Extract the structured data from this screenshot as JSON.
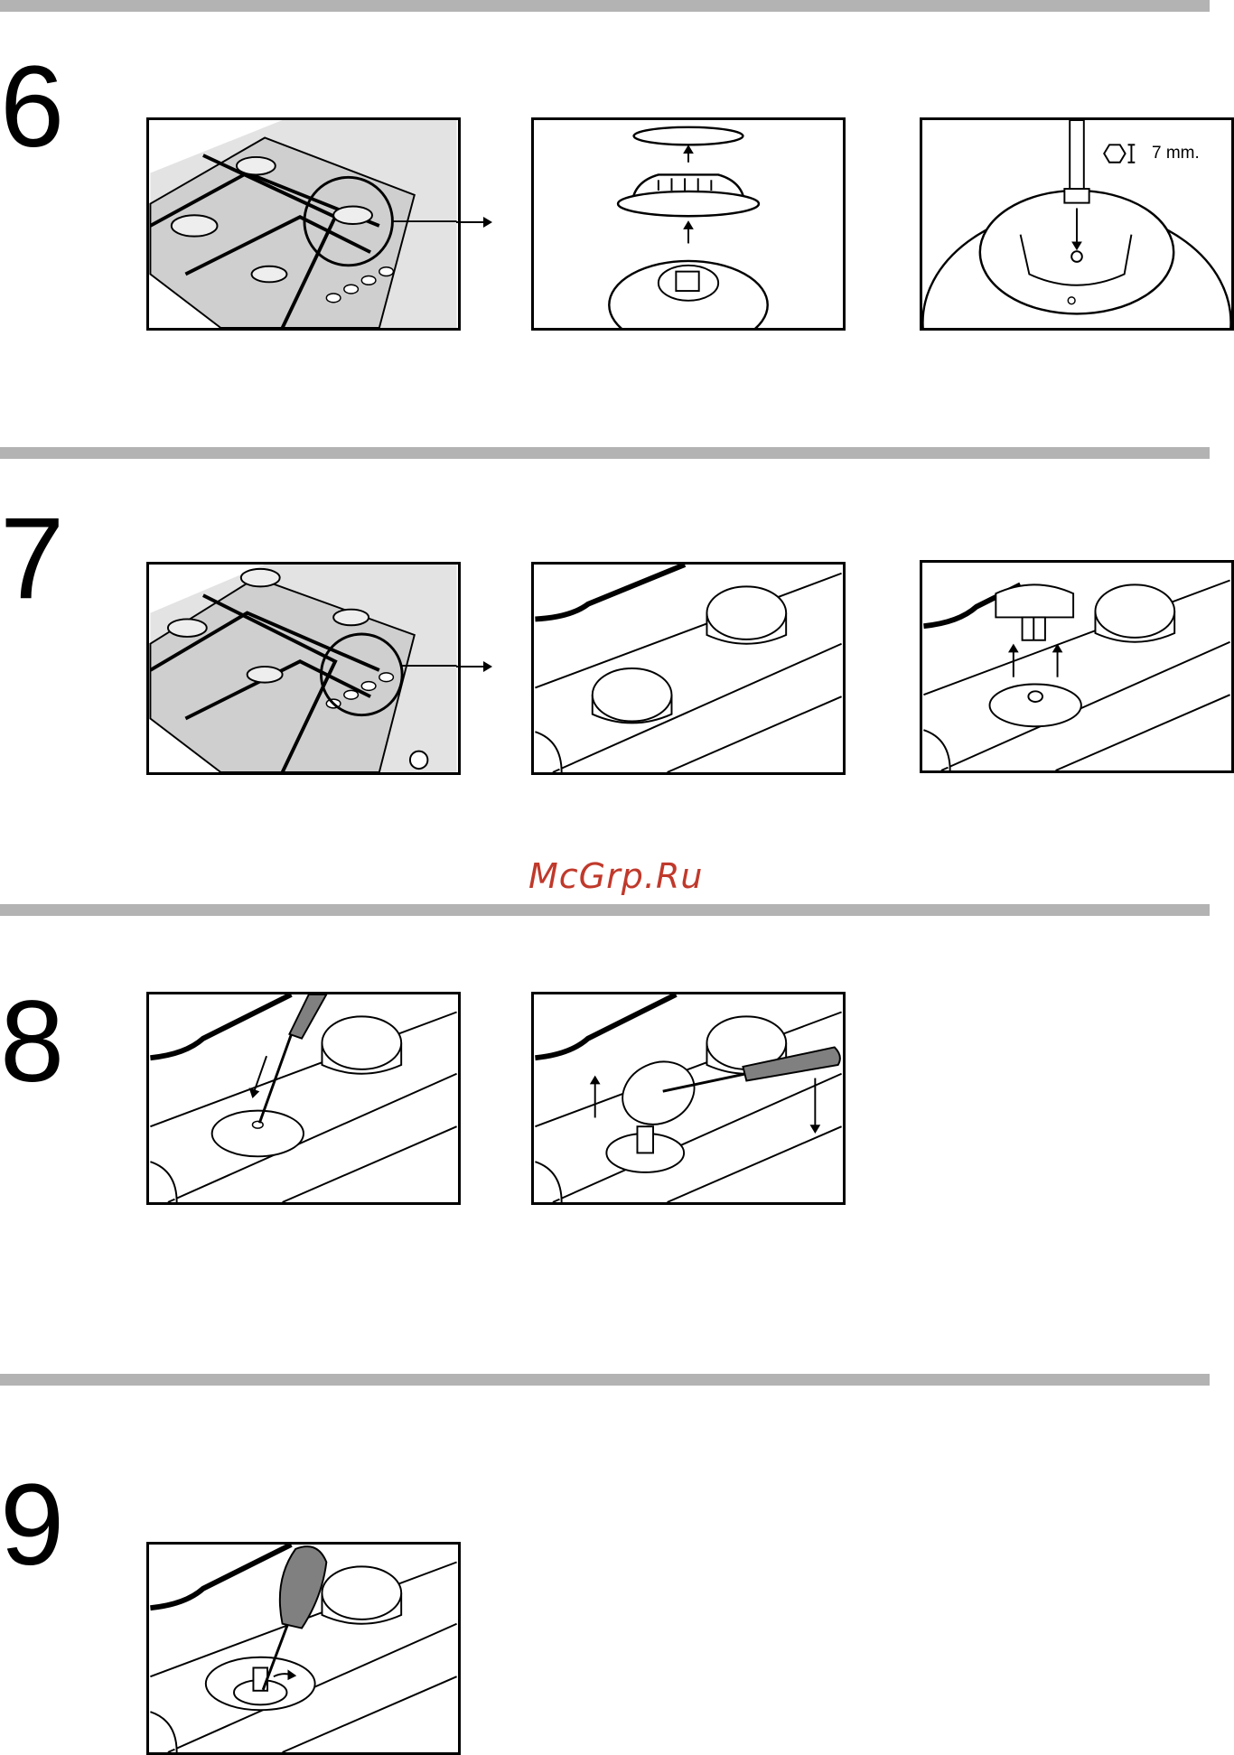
{
  "steps": [
    {
      "number": "6"
    },
    {
      "number": "7"
    },
    {
      "number": "8"
    },
    {
      "number": "9"
    }
  ],
  "annotations": {
    "hex_size": "7 mm."
  },
  "watermark": "McGrp.Ru",
  "colors": {
    "rule": "#b3b3b3",
    "watermark": "#c0392b",
    "hob_surface": "#cfcfcf",
    "line": "#000000"
  }
}
